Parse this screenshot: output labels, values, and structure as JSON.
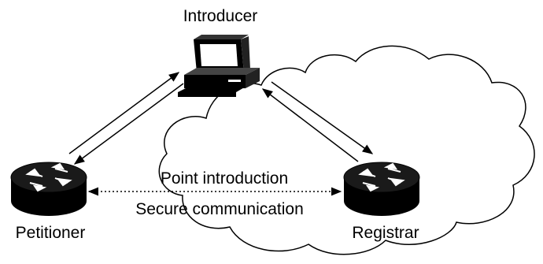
{
  "nodes": {
    "introducer": {
      "label": "Introducer"
    },
    "petitioner": {
      "label": "Petitioner"
    },
    "registrar": {
      "label": "Registrar"
    }
  },
  "links": {
    "point_introduction": "Point introduction",
    "secure_communication": "Secure communication"
  },
  "colors": {
    "ink": "#000000",
    "screen": "#ffffff",
    "router_top": "#1a1a1a"
  }
}
